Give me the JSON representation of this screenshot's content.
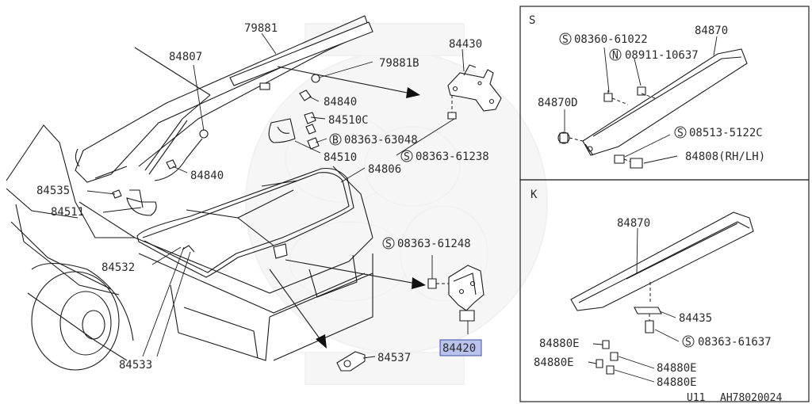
{
  "diagram": {
    "panels": {
      "s": {
        "title": "S"
      },
      "k": {
        "title": "K"
      }
    },
    "labels": {
      "p79881": "79881",
      "p84807": "84807",
      "p79881b": "79881B",
      "p84430": "84430",
      "p84840a": "84840",
      "p84510c": "84510C",
      "b08363_63048": "08363-63048",
      "p84510": "84510",
      "s08363_61238": "08363-61238",
      "p84806": "84806",
      "p84840b": "84840",
      "p84535": "84535",
      "p84511": "84511",
      "p84532": "84532",
      "s08363_61248": "08363-61248",
      "p84420": "84420",
      "p84537": "84537",
      "p84533": "84533",
      "s_s08360_61022": "08360-61022",
      "s_p84870": "84870",
      "s_n08911_10637": "08911-10637",
      "s_p84870d": "84870D",
      "s_s08513_5122c": "08513-5122C",
      "s_p84808": "84808(RH/LH)",
      "k_p84870": "84870",
      "k_p84435": "84435",
      "k_s08363_61637": "08363-61637",
      "k_p84880e_a": "84880E",
      "k_p84880e_b": "84880E",
      "k_p84880e_c": "84880E",
      "k_p84880e_d": "84880E"
    },
    "prefix_letters": {
      "s": "S",
      "n": "N",
      "b": "B"
    },
    "footer": {
      "code": "U11",
      "ref": "AH78020024"
    },
    "highlight_part": "84420",
    "highlight_color": "#b9c3ec"
  }
}
